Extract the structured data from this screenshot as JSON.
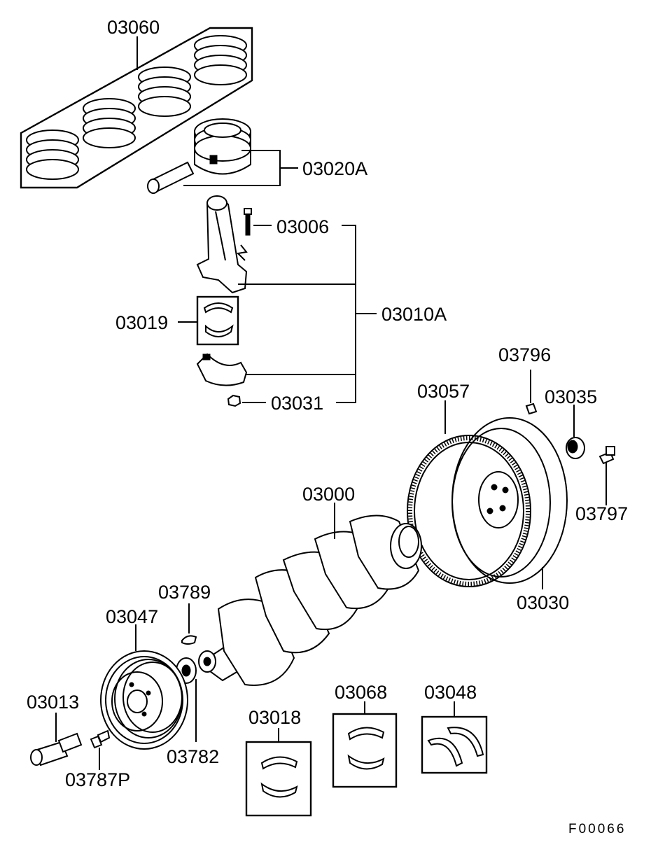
{
  "parts": {
    "p03060": "03060",
    "p03020A": "03020A",
    "p03006": "03006",
    "p03010A": "03010A",
    "p03019": "03019",
    "p03031": "03031",
    "p03796": "03796",
    "p03057": "03057",
    "p03035": "03035",
    "p03797": "03797",
    "p03000": "03000",
    "p03030": "03030",
    "p03789": "03789",
    "p03047": "03047",
    "p03013": "03013",
    "p03787P": "03787P",
    "p03782": "03782",
    "p03068": "03068",
    "p03048": "03048",
    "p03018": "03018"
  },
  "figure_code": "F00066"
}
